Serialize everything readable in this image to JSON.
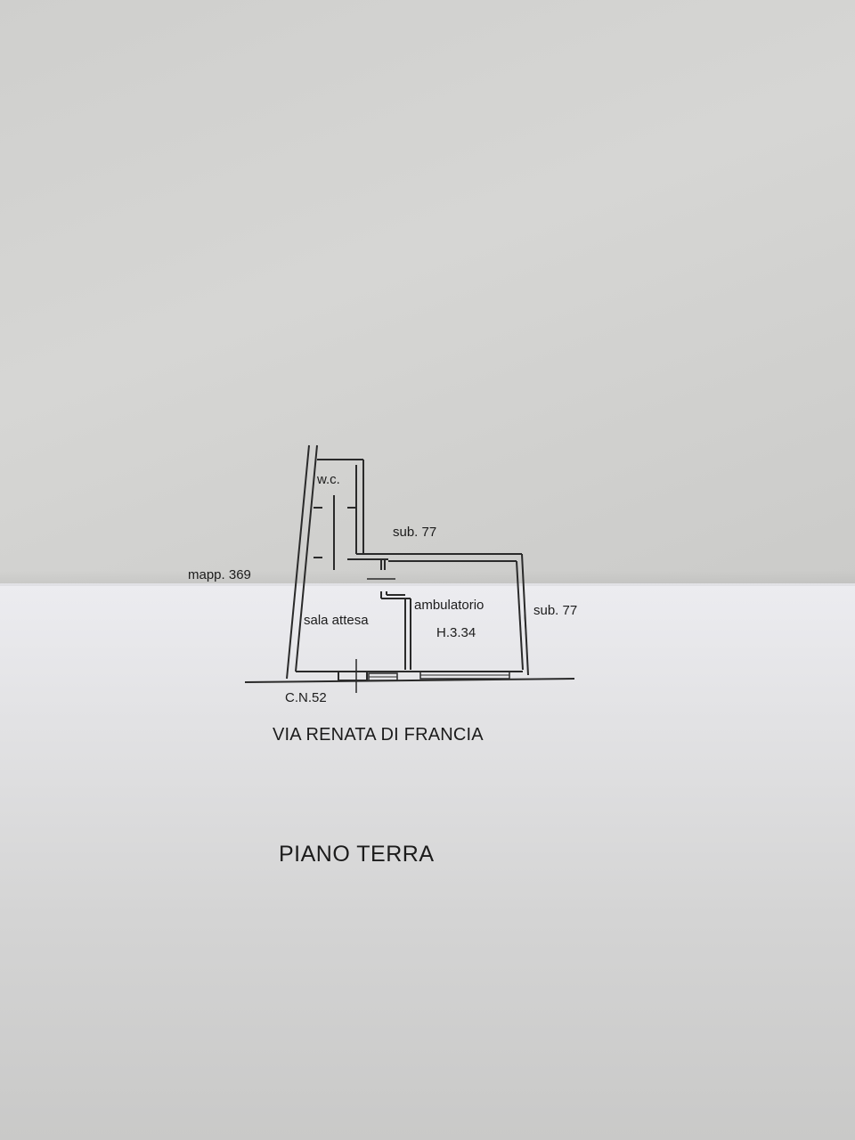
{
  "plan": {
    "labels": {
      "wc": "w.c.",
      "sub_top": "sub. 77",
      "mapp": "mapp. 369",
      "ambulatorio": "ambulatorio",
      "sub_right": "sub. 77",
      "sala_attesa": "sala attesa",
      "height": "H.3.34",
      "civic_number": "C.N.52"
    },
    "street": "VIA RENATA DI FRANCIA",
    "floor": "PIANO TERRA"
  }
}
